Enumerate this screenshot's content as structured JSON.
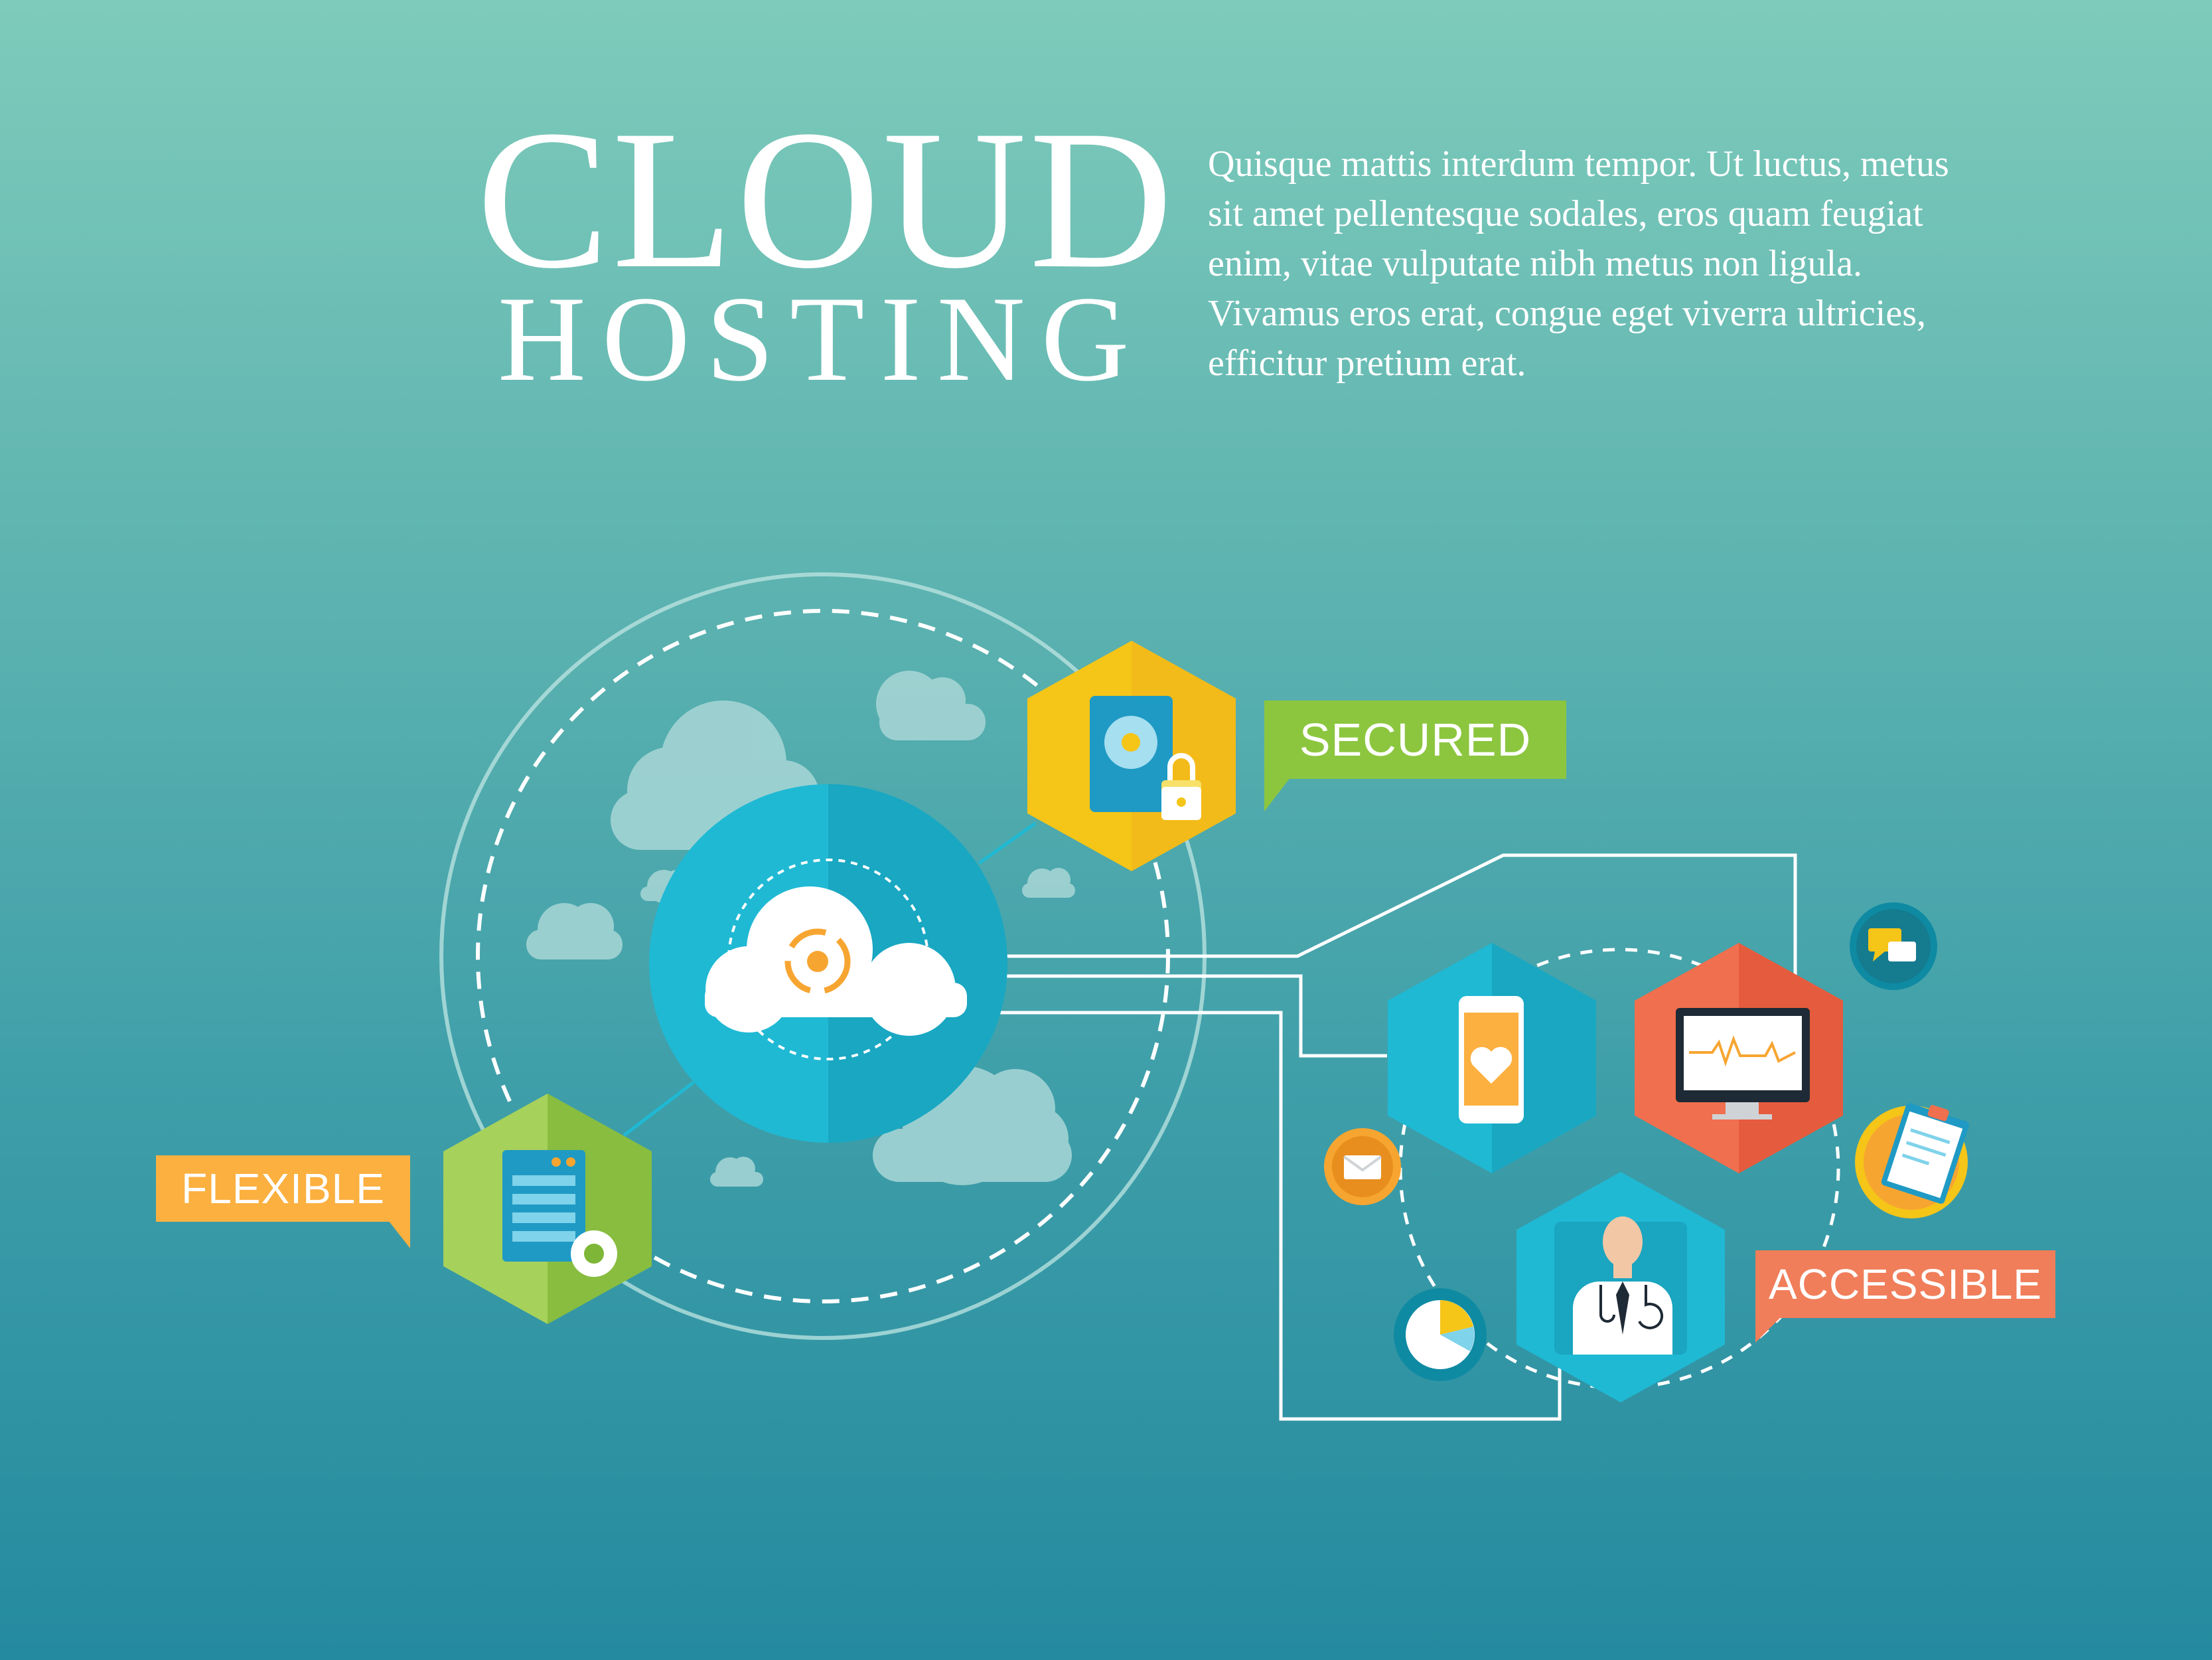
{
  "header": {
    "title_line1": "CLOUD",
    "title_line2": "HOSTING",
    "blurb": "Quisque mattis interdum tempor. Ut luctus, metus sit amet pellentesque sodales, eros quam feugiat enim, vitae vulputate nibh metus non ligula. Vivamus eros erat, congue eget viverra ultricies, efficitur pretium erat."
  },
  "labels": {
    "secured": "SECURED",
    "flexible": "FLEXIBLE",
    "accessible": "ACCESSIBLE"
  },
  "colors": {
    "background_top": "#7ecbbb",
    "background_bottom": "#248a9f",
    "cloud_hub": "#1fb9d4",
    "secured_hex": "#f5c518",
    "secured_label": "#8cc63f",
    "flexible_hex": "#8cc63f",
    "flexible_label": "#fbb040",
    "accessible_label": "#f07e5a",
    "monitor_hex": "#f06f4e",
    "phone_hex": "#1fb9d4",
    "doctor_hex": "#1fb9d4"
  },
  "icons": [
    "cloud-sync-icon",
    "hard-drive-lock-icon",
    "server-gear-icon",
    "phone-heart-icon",
    "monitor-heartbeat-icon",
    "doctor-icon",
    "chat-icon",
    "envelope-icon",
    "clipboard-icon",
    "clock-icon"
  ]
}
